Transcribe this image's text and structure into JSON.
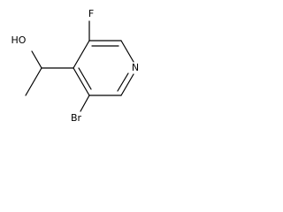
{
  "molecule": {
    "atoms": {
      "f": "F",
      "n": "N",
      "br": "Br",
      "oh": "HO"
    }
  }
}
